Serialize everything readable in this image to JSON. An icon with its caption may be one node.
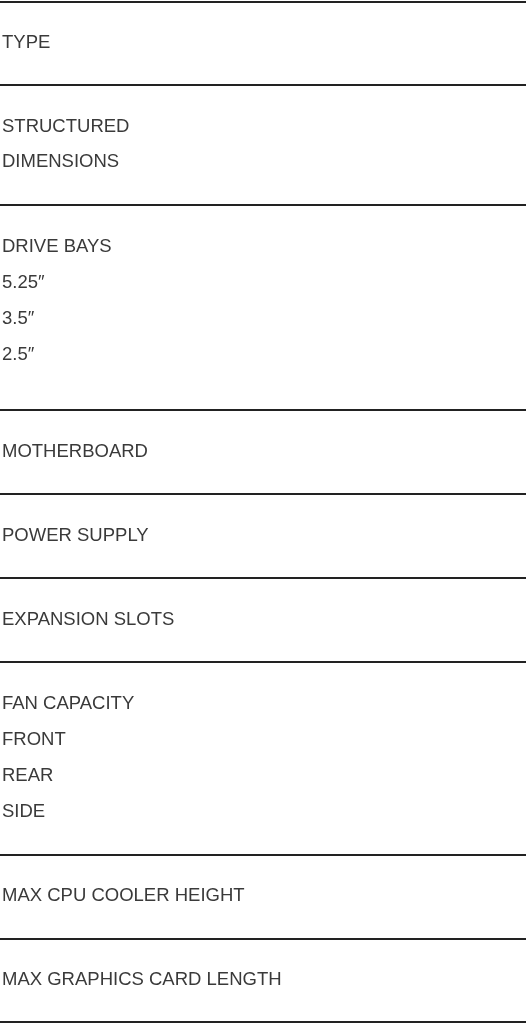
{
  "diagram": {
    "labels": [
      "TYPE",
      "STRUCTURED DIMENSIONS",
      "DRIVE BAYS",
      "5.25″",
      "3.5″",
      "2.5″",
      "MOTHERBOARD",
      "POWER SUPPLY",
      "EXPANSION SLOTS",
      "FAN CAPACITY",
      "FRONT",
      "REAR",
      "SIDE",
      "MAX CPU COOLER HEIGHT",
      "MAX GRAPHICS CARD LENGTH"
    ]
  }
}
